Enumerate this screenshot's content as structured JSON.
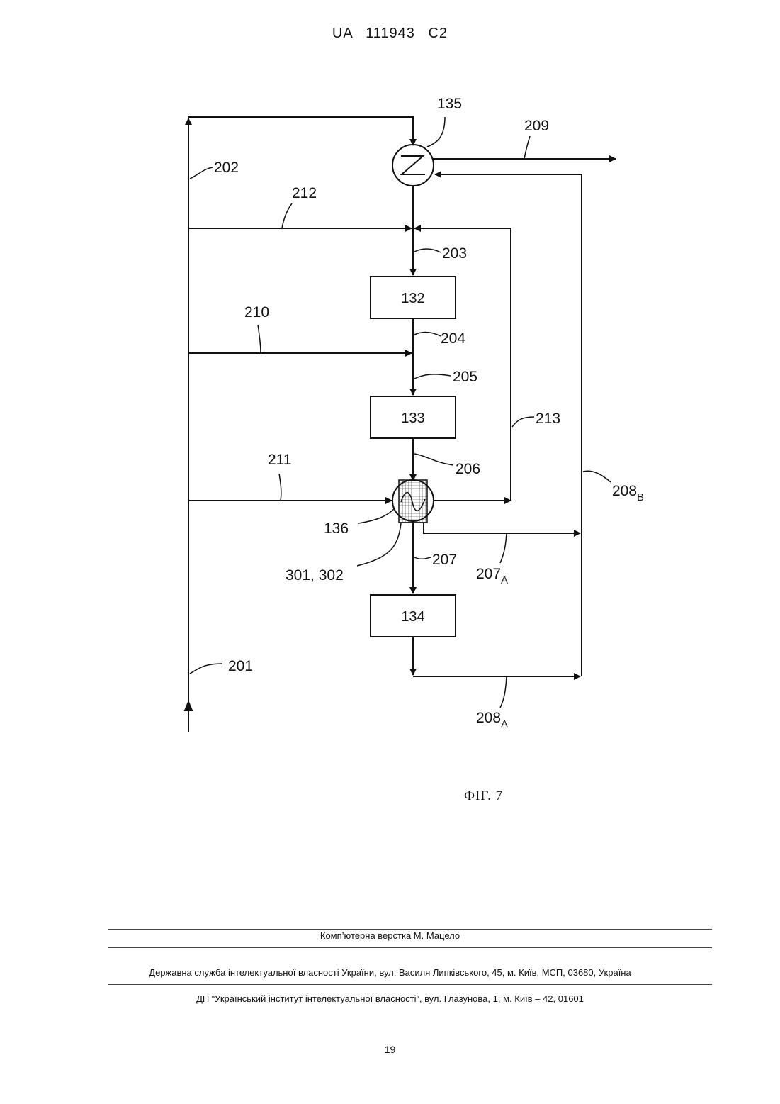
{
  "header": {
    "patent_id": "UA   111943   C2"
  },
  "figure": {
    "caption": "ФІГ. 7",
    "blocks": {
      "b132": "132",
      "b133": "133",
      "b134": "134"
    },
    "labels": {
      "l135": "135",
      "l209": "209",
      "l202": "202",
      "l212": "212",
      "l203": "203",
      "l210": "210",
      "l204": "204",
      "l205": "205",
      "l213": "213",
      "l211": "211",
      "l206": "206",
      "l208b": "208",
      "l208b_sub": "B",
      "l136": "136",
      "l207": "207",
      "l207a": "207",
      "l207a_sub": "A",
      "l301": "301, 302",
      "l201": "201",
      "l208a": "208",
      "l208a_sub": "A"
    }
  },
  "footer": {
    "layout": "Комп’ютерна верстка М. Мацело",
    "service": "Державна служба інтелектуальної власності України, вул. Василя Липківського, 45, м. Київ, МСП, 03680, Україна",
    "institute": "ДП “Український інститут інтелектуальної власності”, вул. Глазунова, 1, м. Київ – 42, 01601"
  },
  "page_number": "19"
}
